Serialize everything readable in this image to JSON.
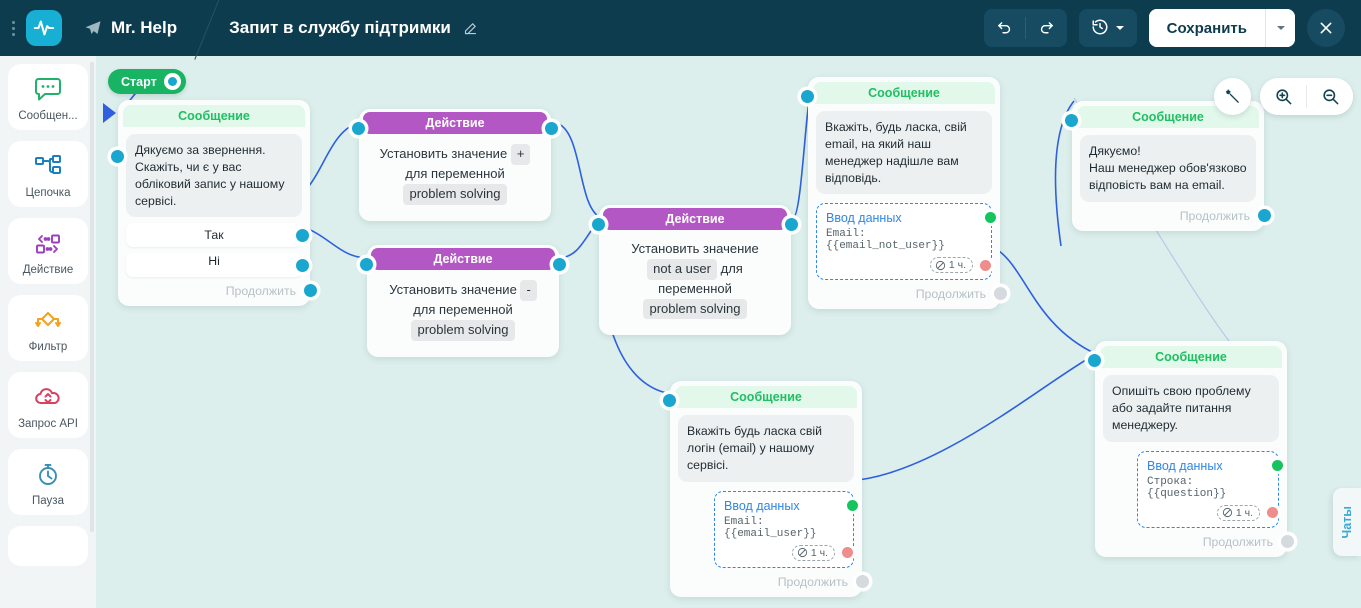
{
  "header": {
    "menu_icon": "kebab-menu-icon",
    "logo_icon": "pulse-logo-icon",
    "bot_icon": "telegram-icon",
    "bot_name": "Mr. Help",
    "page_title": "Запит в службу підтримки",
    "edit_icon": "pencil-icon",
    "undo_icon": "undo-icon",
    "redo_icon": "redo-icon",
    "history_icon": "history-clock-icon",
    "history_caret_icon": "caret-down-icon",
    "save_label": "Сохранить",
    "save_caret_icon": "caret-down-icon",
    "close_icon": "close-x-icon",
    "accent": "#17b0d4",
    "bg": "#0d3c4f"
  },
  "sidebar": {
    "items": [
      {
        "label": "Сообщен...",
        "icon": "chat-bubble-icon",
        "color": "#21b26a"
      },
      {
        "label": "Цепочка",
        "icon": "flow-chain-icon",
        "color": "#1c7fbd"
      },
      {
        "label": "Действие",
        "icon": "action-arrows-icon",
        "color": "#9b3fc0"
      },
      {
        "label": "Фильтр",
        "icon": "filter-diamond-icon",
        "color": "#f5a01e"
      },
      {
        "label": "Запрос API",
        "icon": "api-cloud-icon",
        "color": "#d8415f"
      },
      {
        "label": "Пауза",
        "icon": "stopwatch-icon",
        "color": "#3a8fb7"
      }
    ]
  },
  "canvas": {
    "background": "#dcefec",
    "link_color": "#2f5fe0",
    "start": {
      "label": "Старт",
      "port_icon": "start-port-icon"
    }
  },
  "toolbar": {
    "magic_icon": "magic-wand-icon",
    "zoom_in_icon": "zoom-in-icon",
    "zoom_out_icon": "zoom-out-icon"
  },
  "chats_tab": {
    "label": "Чаты"
  },
  "nodes": {
    "n1": {
      "type": "Сообщение",
      "text": "Дякуємо за звернення. Скажіть, чи є у вас обліковий запис у нашому сервісі.",
      "options": [
        "Так",
        "Ні"
      ],
      "continue": "Продолжить"
    },
    "n2": {
      "type": "Действие",
      "prefix": "Установить значение",
      "value": "+",
      "mid": "для переменной",
      "variable": "problem solving"
    },
    "n3": {
      "type": "Действие",
      "prefix": "Установить значение",
      "value": "-",
      "mid": "для переменной",
      "variable": "problem solving"
    },
    "n4": {
      "type": "Действие",
      "prefix": "Установить значение",
      "value": "not a user",
      "mid": "для переменной",
      "variable": "problem solving"
    },
    "n5": {
      "type": "Сообщение",
      "text": "Вкажіть, будь ласка, свій email, на який наш менеджер надішле вам відповідь.",
      "entry_title": "Ввод данных",
      "entry_value": "Email: {{email_not_user}}",
      "ttl": "1 ч.",
      "ttl_icon": "no-entry-clock-icon",
      "continue": "Продолжить"
    },
    "n6": {
      "type": "Сообщение",
      "text": "Дякуємо!\nНаш менеджер обов'язково відповість вам на email.",
      "continue": "Продолжить"
    },
    "n7": {
      "type": "Сообщение",
      "text": "Вкажіть будь ласка свій логін (email) у нашому сервісі.",
      "entry_title": "Ввод данных",
      "entry_value": "Email: {{email_user}}",
      "ttl": "1 ч.",
      "ttl_icon": "no-entry-clock-icon",
      "continue": "Продолжить"
    },
    "n8": {
      "type": "Сообщение",
      "text": "Опишіть свою проблему або задайте питання менеджеру.",
      "entry_title": "Ввод данных",
      "entry_value": "Строка: {{question}}",
      "ttl": "1 ч.",
      "ttl_icon": "no-entry-clock-icon",
      "continue": "Продолжить"
    }
  }
}
